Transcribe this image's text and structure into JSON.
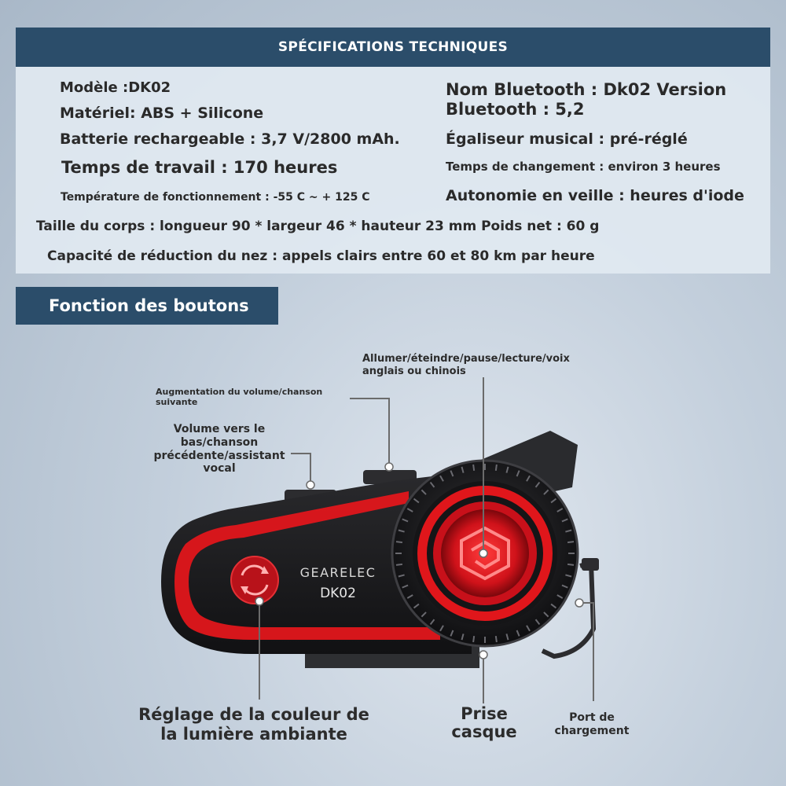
{
  "spec_section": {
    "title": "SPÉCIFICATIONS TECHNIQUES",
    "left": [
      "Modèle :DK02",
      "Matériel: ABS + Silicone",
      "Batterie rechargeable : 3,7 V/2800 mAh.",
      "Temps de travail : 170 heures",
      "Température de fonctionnement : -55 C ~ + 125 C"
    ],
    "right": [
      "Nom Bluetooth : Dk02 Version",
      "Bluetooth : 5,2",
      "Égaliseur musical : pré-réglé",
      "Temps de changement : environ 3 heures",
      "Autonomie en veille : heures d'iode"
    ],
    "full": [
      "Taille du corps : longueur 90 * largeur 46 * hauteur 23 mm Poids net : 60 g",
      "Capacité de réduction du nez : appels clairs entre 60 et 80 km par heure"
    ]
  },
  "button_section": {
    "title": "Fonction des boutons",
    "labels": {
      "volume_up": [
        "Augmentation du volume/chanson",
        "suivante"
      ],
      "volume_down": [
        "Volume vers le",
        "bas/chanson",
        "précédente/assistant",
        "vocal"
      ],
      "power": [
        "Allumer/éteindre/pause/lecture/voix",
        "anglais ou chinois"
      ],
      "ambient": [
        "Réglage de la couleur de",
        "la lumière ambiante"
      ],
      "headset": [
        "Prise",
        "casque"
      ],
      "charging": [
        "Port de",
        "chargement"
      ]
    }
  },
  "device": {
    "brand": "GEARELEC",
    "model": "DK02",
    "accent_color": "#e0161b",
    "body_color": "#1c1c1e"
  }
}
